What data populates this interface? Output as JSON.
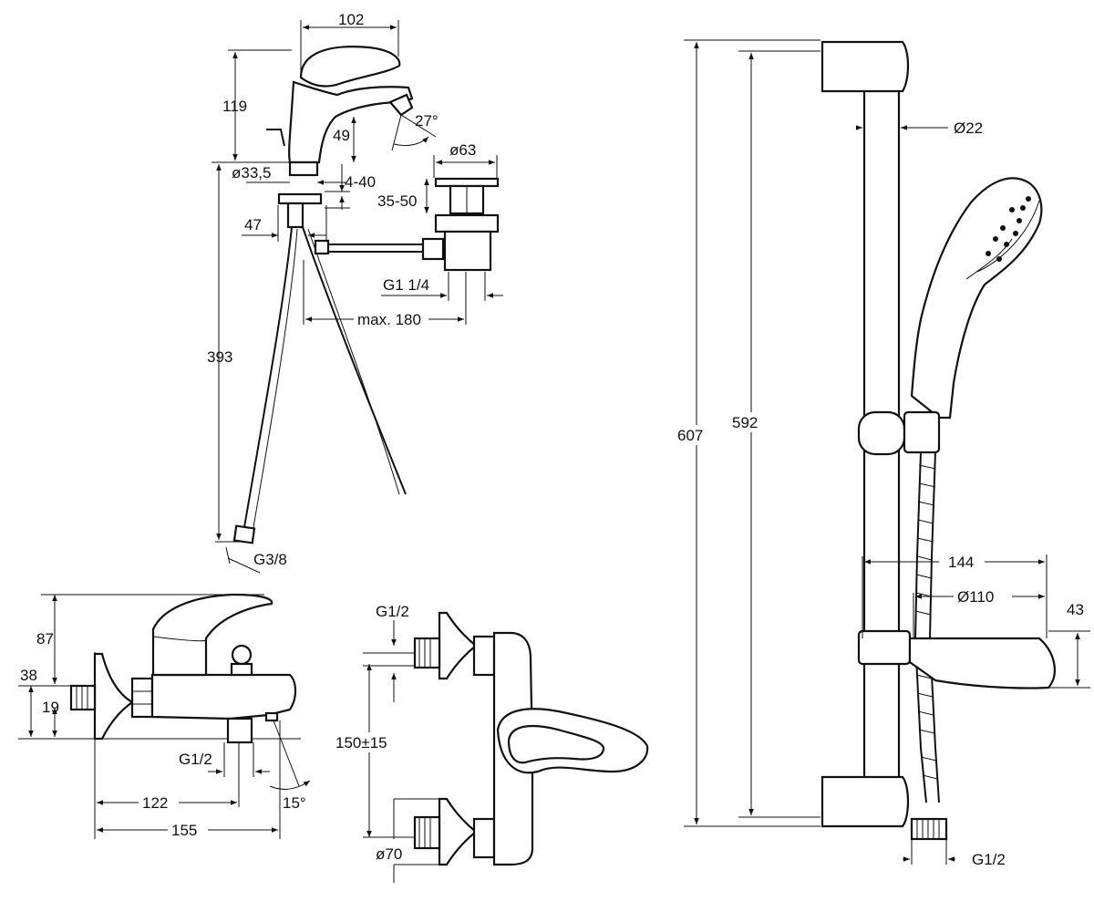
{
  "basin_mixer": {
    "width": "102",
    "height": "119",
    "outlet_height": "49",
    "spout_angle": "27°",
    "hole_diameter": "ø33,5",
    "deck_thickness": "4-40",
    "shank_offset": "47",
    "hose_length": "393",
    "hose_connection": "G3/8"
  },
  "pop_up_waste": {
    "diameter": "ø63",
    "plug_height": "35-50",
    "thread": "G1 1/4",
    "rod_max_distance": "max. 180"
  },
  "bath_mixer": {
    "total_height": "87",
    "body_height": "38",
    "centre_height": "19",
    "outlet_thread": "G1/2",
    "outlet_distance": "122",
    "total_length": "155",
    "spout_angle": "15°"
  },
  "bath_mixer_front": {
    "inlet_thread": "G1/2",
    "centres": "150±15",
    "flange_diameter": "ø70"
  },
  "shower_rail": {
    "total_height": "607",
    "mount_distance": "592",
    "rail_diameter": "Ø22",
    "projection": "144",
    "handshower_diameter": "Ø110",
    "holder_height": "43",
    "hose_thread": "G1/2"
  }
}
